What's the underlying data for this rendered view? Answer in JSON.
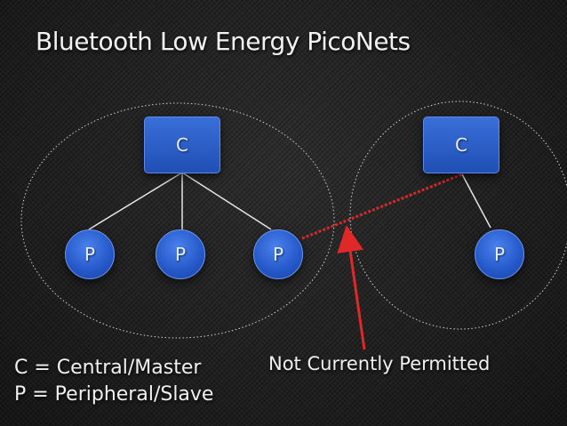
{
  "title": "Bluetooth Low Energy PicoNets",
  "piconet_left": {
    "central": {
      "label": "C"
    },
    "peripherals": [
      {
        "label": "P"
      },
      {
        "label": "P"
      },
      {
        "label": "P"
      }
    ]
  },
  "piconet_right": {
    "central": {
      "label": "C"
    },
    "peripherals": [
      {
        "label": "P"
      }
    ]
  },
  "annotation": {
    "label": "Not Currently Permitted"
  },
  "legend": {
    "central": "C = Central/Master",
    "peripheral": "P = Peripheral/Slave"
  },
  "colors": {
    "node": "#2a5fcf",
    "forbidden_link": "#d42a2a",
    "arrow": "#e02828"
  }
}
